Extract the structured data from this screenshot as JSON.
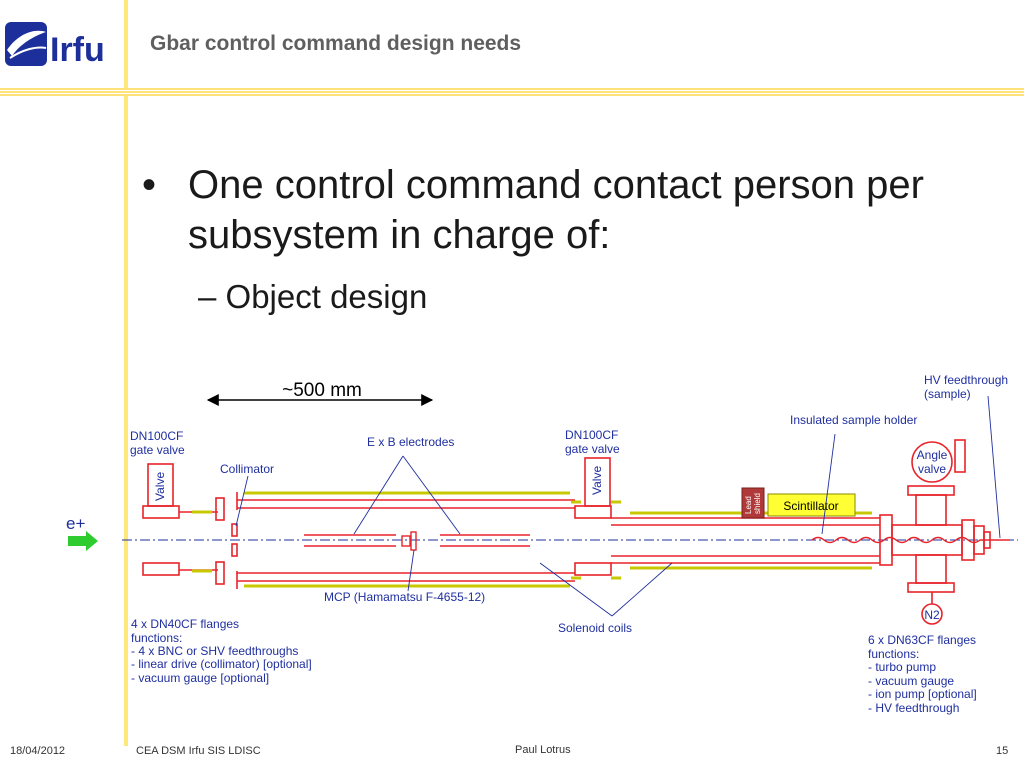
{
  "logo": {
    "text": "Irfu"
  },
  "slide": {
    "title": "Gbar control command design needs",
    "bullet_1": "One control command contact person per subsystem in charge of:",
    "bullet_1_marker": "•",
    "bullet_2": "– Object design"
  },
  "diagram": {
    "scale_label": "~500 mm",
    "beam_label": "e+",
    "labels": {
      "dn100_left": [
        "DN100CF",
        "gate valve"
      ],
      "collimator": "Collimator",
      "exb": "E x B electrodes",
      "dn100_right": [
        "DN100CF",
        "gate valve"
      ],
      "insulated_holder": "Insulated sample holder",
      "hv_feedthrough": [
        "HV feedthrough",
        "(sample)"
      ],
      "angle_valve": [
        "Angle",
        "valve"
      ],
      "valve": "Valve",
      "lead_shield": [
        "Lead",
        "shield"
      ],
      "scintillator": "Scintillator",
      "mcp": "MCP (Hamamatsu F-4655-12)",
      "solenoid": "Solenoid coils",
      "n2": "N2",
      "dn40_block": [
        "4 x DN40CF flanges",
        "functions:",
        "- 4 x BNC or SHV feedthroughs",
        "- linear drive (collimator) [optional]",
        "- vacuum gauge [optional]"
      ],
      "dn63_block": [
        "6 x DN63CF flanges",
        "functions:",
        "- turbo pump",
        "- vacuum gauge",
        "- ion pump [optional]",
        "- HV feedthrough"
      ]
    },
    "colors": {
      "pipe": "#e8232a",
      "coil": "#c8c800",
      "label": "#1f2f9f",
      "arrow": "#2ecc2e",
      "scintillator": "#ffff33"
    }
  },
  "footer": {
    "date": "18/04/2012",
    "org": "CEA DSM Irfu SIS LDISC",
    "author": "Paul Lotrus",
    "page": "15"
  }
}
